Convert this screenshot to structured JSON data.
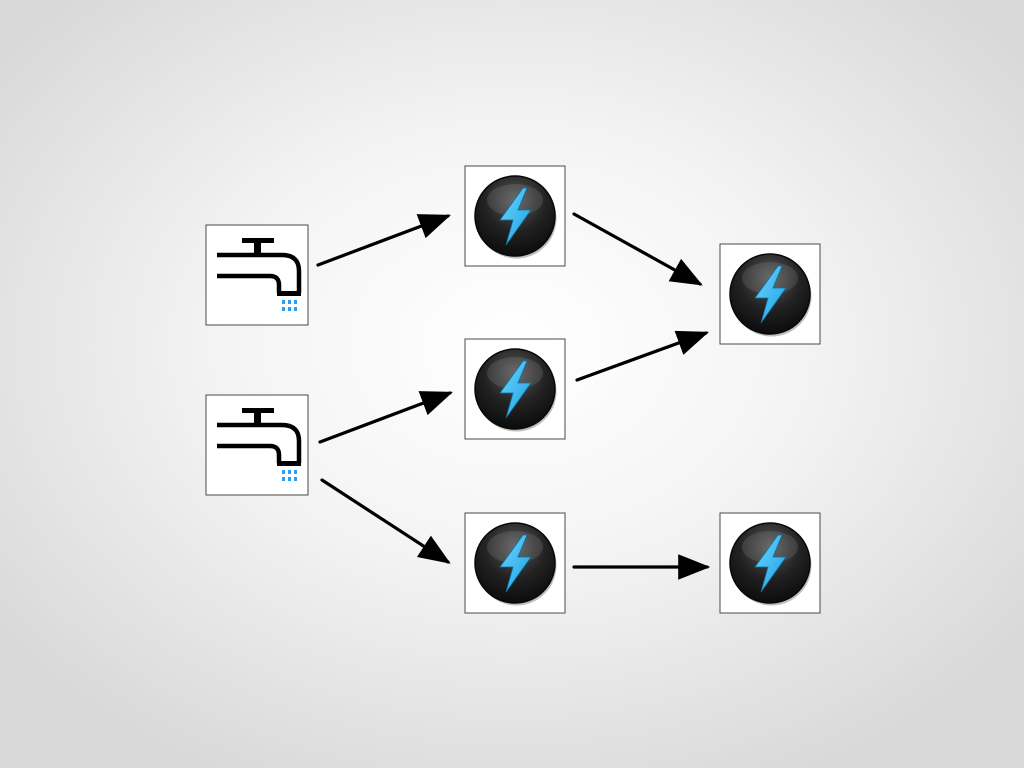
{
  "diagram": {
    "colors": {
      "background_center": "#ffffff",
      "background_edge": "#d9d9d9",
      "box_border": "#4a4a4a",
      "arrow": "#000000",
      "bolt": "#2ab8f0",
      "bolt_circle": "#1c1c1c",
      "water_drops": "#2a9df4"
    },
    "nodes": [
      {
        "id": "source-1",
        "type": "source",
        "icon": "faucet-icon"
      },
      {
        "id": "source-2",
        "type": "source",
        "icon": "faucet-icon"
      },
      {
        "id": "processor-1",
        "type": "processor",
        "icon": "lightning-bolt-icon"
      },
      {
        "id": "processor-2",
        "type": "processor",
        "icon": "lightning-bolt-icon"
      },
      {
        "id": "processor-3",
        "type": "processor",
        "icon": "lightning-bolt-icon"
      },
      {
        "id": "processor-4",
        "type": "processor",
        "icon": "lightning-bolt-icon"
      },
      {
        "id": "processor-5",
        "type": "processor",
        "icon": "lightning-bolt-icon"
      }
    ],
    "edges": [
      {
        "from": "source-1",
        "to": "processor-1"
      },
      {
        "from": "source-2",
        "to": "processor-2"
      },
      {
        "from": "source-2",
        "to": "processor-3"
      },
      {
        "from": "processor-1",
        "to": "processor-4"
      },
      {
        "from": "processor-2",
        "to": "processor-4"
      },
      {
        "from": "processor-3",
        "to": "processor-5"
      }
    ]
  }
}
